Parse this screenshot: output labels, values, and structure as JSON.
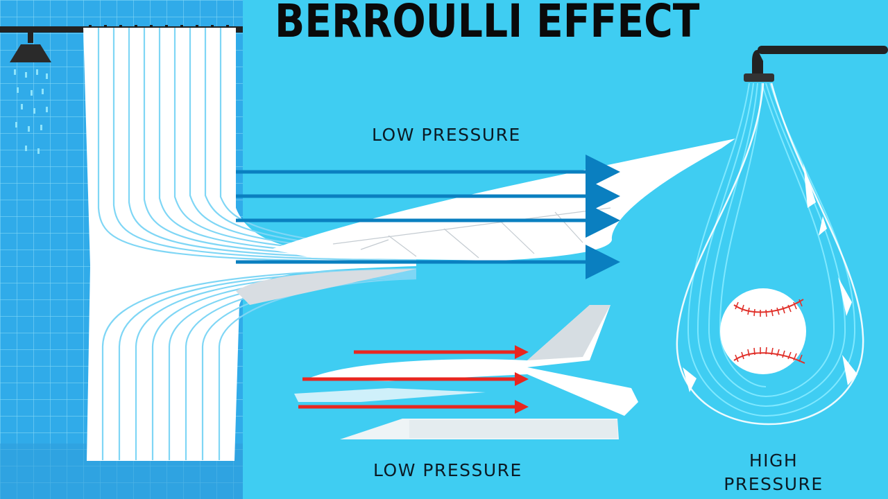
{
  "title": "BERROULLI EFFECT",
  "labels": {
    "low_pressure_top": "LOW PRESSURE",
    "low_pressure_bottom": "LOW PRESSURE",
    "high_pressure": "HIGH PRESSURE"
  },
  "colors": {
    "background": "#3fcdf2",
    "grid_wall": "#2ea8e8",
    "airflow_blue": "#0a7fc0",
    "airflow_red": "#e8261f",
    "stitch_red": "#e0302a"
  }
}
